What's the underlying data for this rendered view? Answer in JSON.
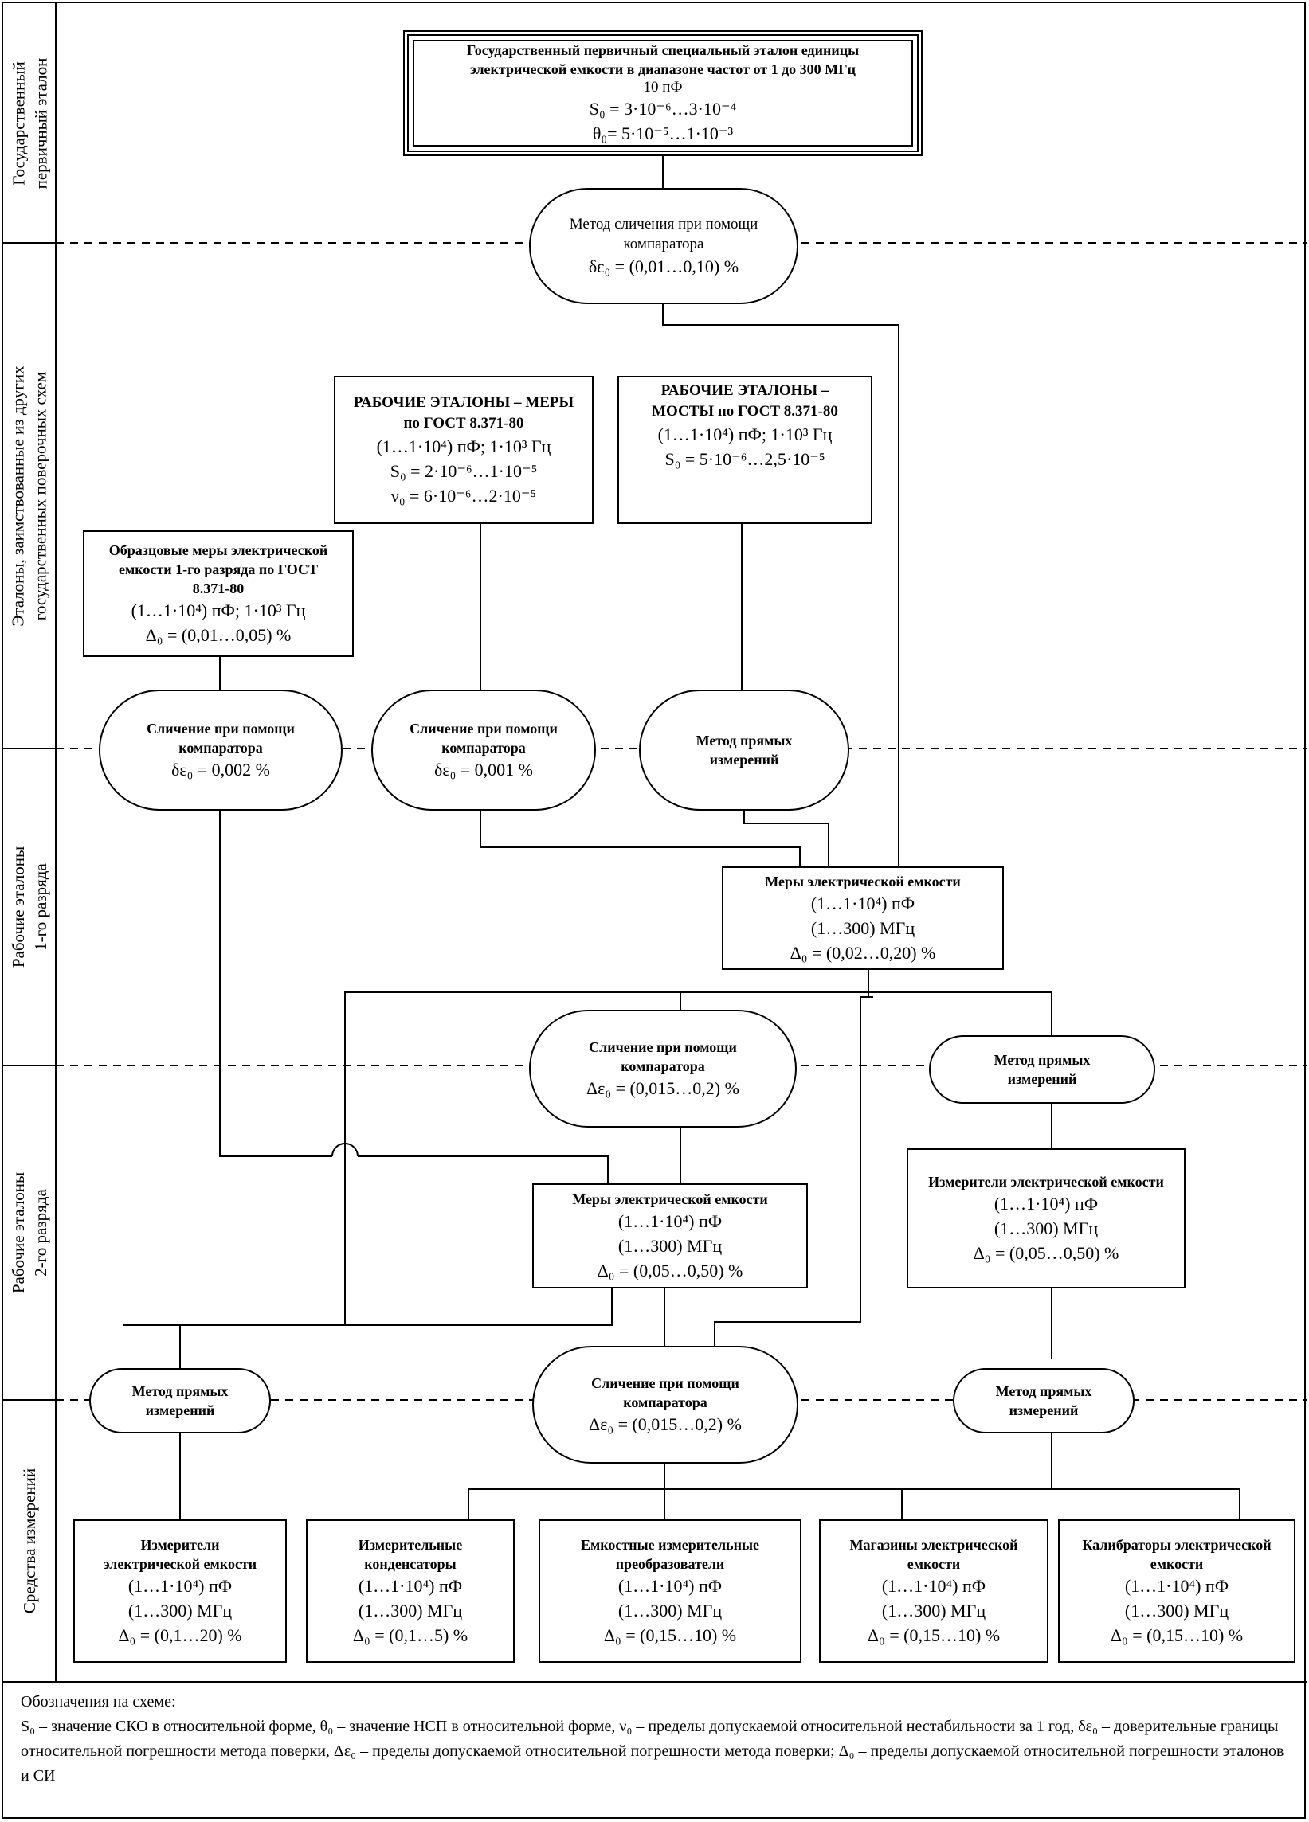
{
  "levels": {
    "state_primary": "Государственный\nпервичный эталон",
    "borrowed": "Эталоны, заимствованные из других\nгосударственных поверочных схем",
    "working_1": "Рабочие эталоны\n1-го разряда",
    "working_2": "Рабочие эталоны\n2-го разряда",
    "instruments": "Средства измерений"
  },
  "primary": {
    "title": "Государственный первичный специальный эталон единицы электрической емкости в диапазоне частот от 1 до 300 МГц",
    "value": "10 пФ",
    "s0": "S₀ = 3·10⁻⁶…3·10⁻⁴",
    "theta0": "θ₀= 5·10⁻⁵…1·10⁻³"
  },
  "method_top": {
    "label": "Метод сличения при помощи компаратора",
    "value": "δε₀ = (0,01…0,10) %"
  },
  "we_measures": {
    "title": "РАБОЧИЕ ЭТАЛОНЫ – МЕРЫ по ГОСТ 8.371-80",
    "range": "(1…1·10⁴) пФ; 1·10³ Гц",
    "s0": "S₀ = 2·10⁻⁶…1·10⁻⁵",
    "v0": "ν₀ = 6·10⁻⁶…2·10⁻⁵"
  },
  "we_bridges": {
    "title": "РАБОЧИЕ ЭТАЛОНЫ – МОСТЫ по ГОСТ 8.371-80",
    "range": "(1…1·10⁴) пФ; 1·10³ Гц",
    "s0": "S₀ = 5·10⁻⁶…2,5·10⁻⁵"
  },
  "ref_measures": {
    "title": "Образцовые меры электрической емкости 1-го разряда по ГОСТ 8.371-80",
    "range": "(1…1·10⁴) пФ; 1·10³ Гц",
    "delta": "Δ₀ = (0,01…0,05) %"
  },
  "cmp_a": {
    "label": "Сличение при помощи компаратора",
    "value": "δε₀ = 0,002 %"
  },
  "cmp_b": {
    "label": "Сличение при помощи компаратора",
    "value": "δε₀ = 0,001 %"
  },
  "direct_a": {
    "label": "Метод прямых измерений"
  },
  "measures_1": {
    "title": "Меры электрической емкости",
    "range_c": "(1…1·10⁴) пФ",
    "range_f": "(1…300) МГц",
    "delta": "Δ₀ = (0,02…0,20) %"
  },
  "cmp_c": {
    "label": "Сличение при помощи компаратора",
    "value": "Δε₀ = (0,015…0,2) %"
  },
  "direct_b": {
    "label": "Метод прямых измерений"
  },
  "measures_2": {
    "title": "Меры электрической емкости",
    "range_c": "(1…1·10⁴) пФ",
    "range_f": "(1…300) МГц",
    "delta": "Δ₀ = (0,05…0,50) %"
  },
  "meters_2": {
    "title": "Измерители электрической емкости",
    "range_c": "(1…1·10⁴) пФ",
    "range_f": "(1…300) МГц",
    "delta": "Δ₀ = (0,05…0,50) %"
  },
  "direct_c": {
    "label": "Метод прямых измерений"
  },
  "cmp_d": {
    "label": "Сличение при помощи компаратора",
    "value": "Δε₀ = (0,015…0,2) %"
  },
  "direct_d": {
    "label": "Метод прямых измерений"
  },
  "instruments": [
    {
      "title": "Измерители электрической емкости",
      "range_c": "(1…1·10⁴) пФ",
      "range_f": "(1…300) МГц",
      "delta": "Δ₀ = (0,1…20) %"
    },
    {
      "title": "Измерительные конденсаторы",
      "range_c": "(1…1·10⁴) пФ",
      "range_f": "(1…300) МГц",
      "delta": "Δ₀ = (0,1…5) %"
    },
    {
      "title": "Емкостные измерительные преобразователи",
      "range_c": "(1…1·10⁴) пФ",
      "range_f": "(1…300) МГц",
      "delta": "Δ₀ = (0,15…10) %"
    },
    {
      "title": "Магазины электрической емкости",
      "range_c": "(1…1·10⁴) пФ",
      "range_f": "(1…300) МГц",
      "delta": "Δ₀ = (0,15…10) %"
    },
    {
      "title": "Калибраторы электрической емкости",
      "range_c": "(1…1·10⁴) пФ",
      "range_f": "(1…300) МГц",
      "delta": "Δ₀ = (0,15…10) %"
    }
  ],
  "legend": {
    "heading": "Обозначения на схеме:",
    "text": "S₀ – значение СКО в относительной форме, θ₀ – значение НСП в относительной форме, ν₀ – пределы допускаемой относительной нестабильности за 1 год, δε₀ – доверительные границы относительной погрешности метода поверки, Δε₀ – пределы допускаемой относительной погрешности метода поверки; Δ₀ – пределы допускаемой относительной погрешности эталонов и СИ"
  }
}
